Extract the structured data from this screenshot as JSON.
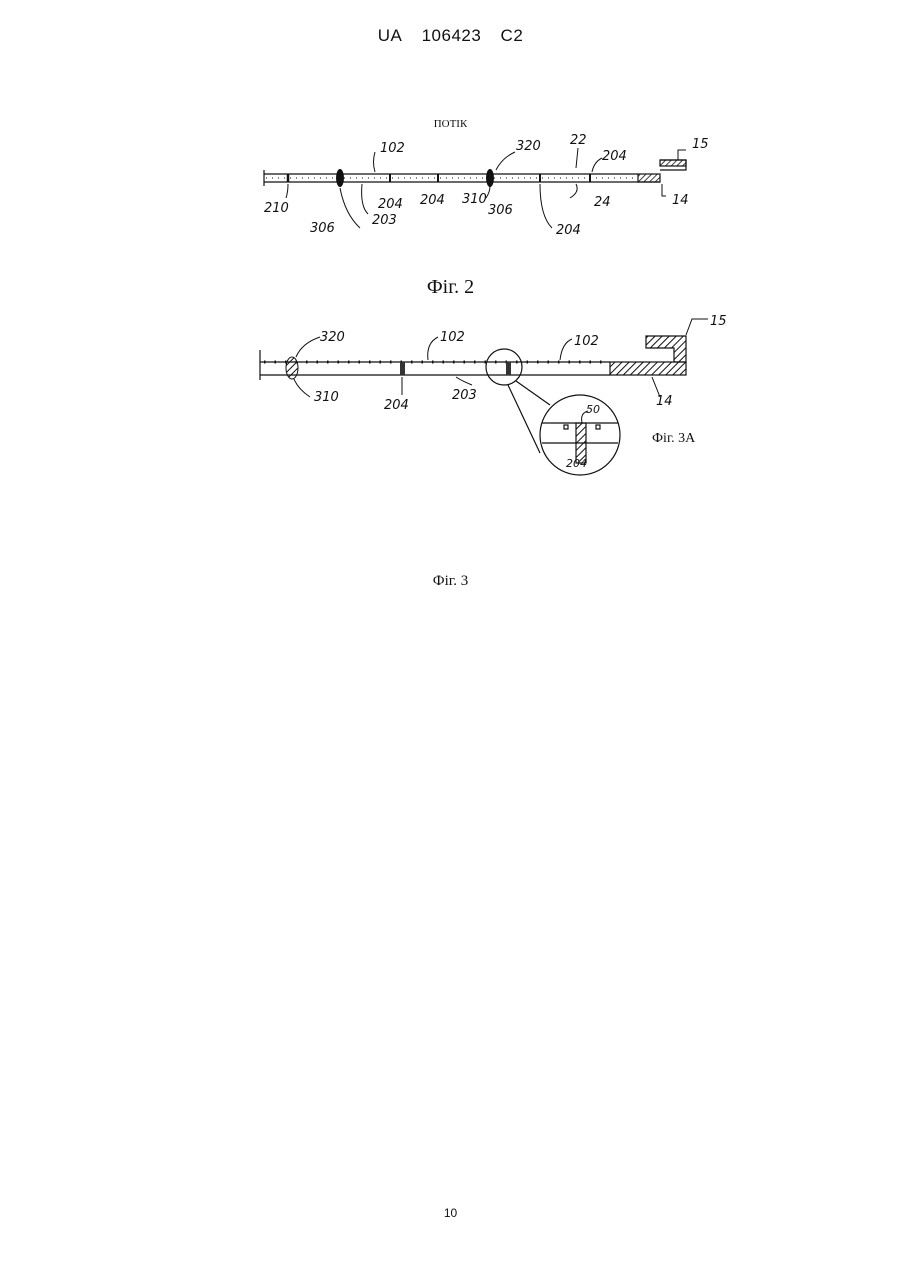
{
  "header": {
    "country": "UA",
    "number": "106423",
    "kind": "C2"
  },
  "figure2": {
    "flow_label": "ПОТІК",
    "caption": "Фіг. 2",
    "labels": [
      "102",
      "320",
      "22",
      "204",
      "15",
      "210",
      "306",
      "204",
      "204",
      "203",
      "310",
      "306",
      "24",
      "14",
      "204"
    ]
  },
  "figure3": {
    "caption": "Фіг. 3",
    "detail_caption": "Фіг. 3A",
    "labels": [
      "320",
      "102",
      "102",
      "15",
      "310",
      "204",
      "203",
      "14",
      "50",
      "204"
    ]
  },
  "page_number": "10"
}
